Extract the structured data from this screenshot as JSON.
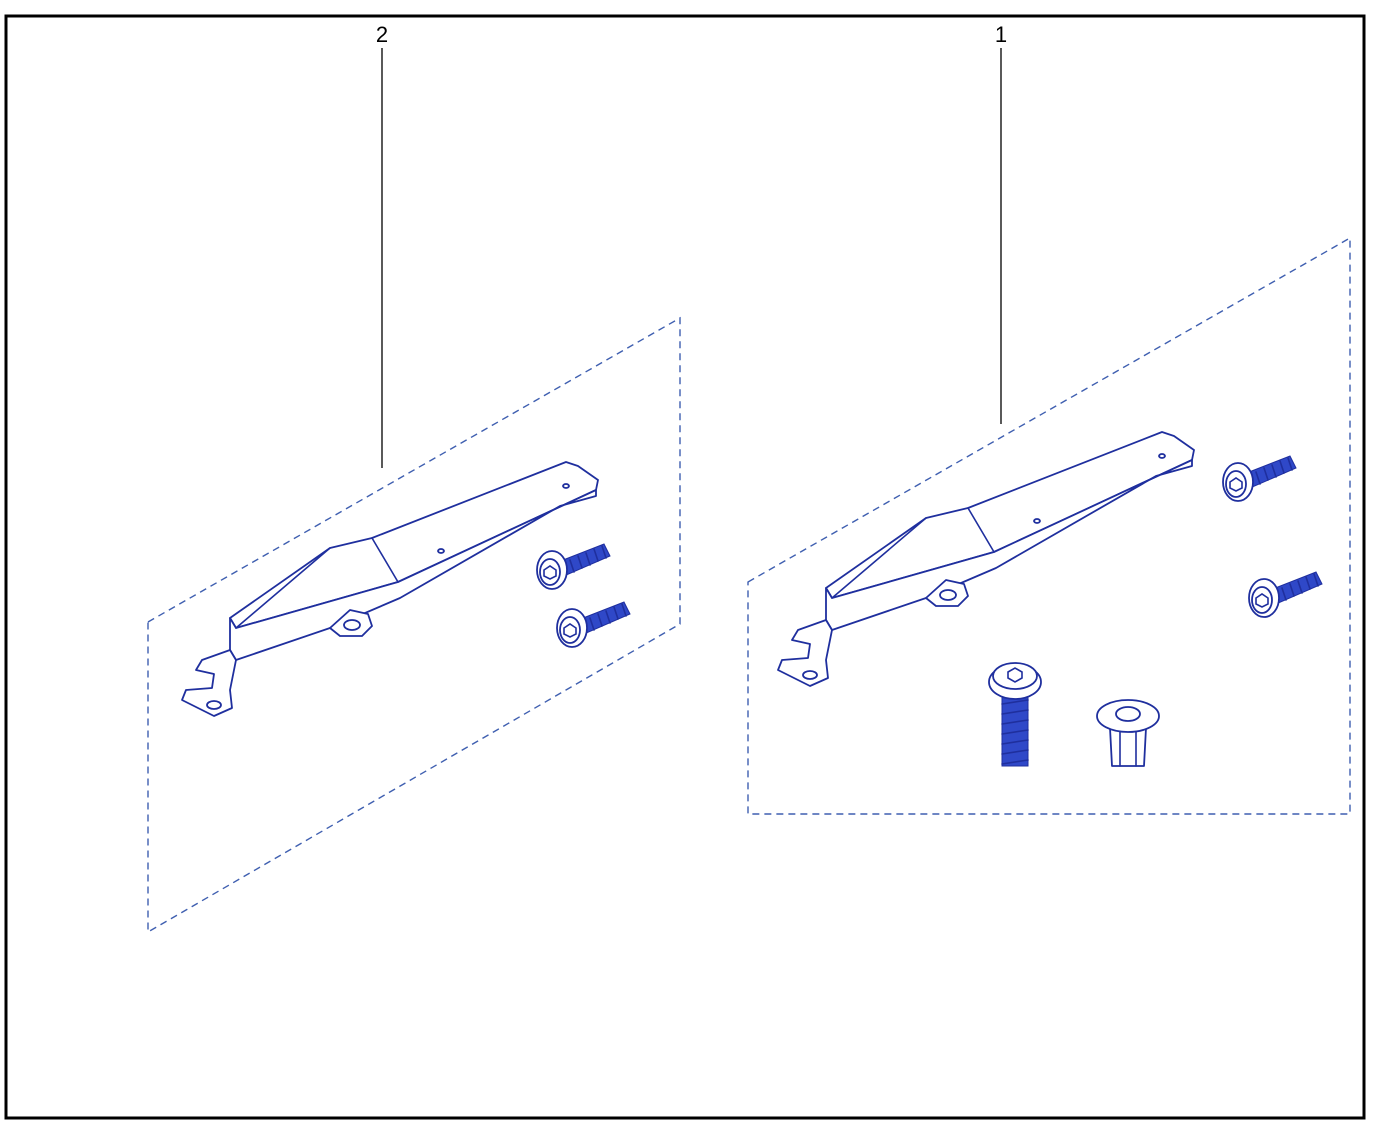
{
  "callouts": [
    {
      "label": "2"
    },
    {
      "label": "1"
    }
  ],
  "colors": {
    "frame": "#000000",
    "part_line": "#1f2f9e",
    "dashed_group": "#3f5fb0"
  },
  "groups": [
    {
      "callout": "2",
      "contents": [
        "bracket",
        "screw",
        "screw"
      ]
    },
    {
      "callout": "1",
      "contents": [
        "bracket",
        "screw",
        "screw",
        "screw",
        "clip-nut"
      ]
    }
  ]
}
